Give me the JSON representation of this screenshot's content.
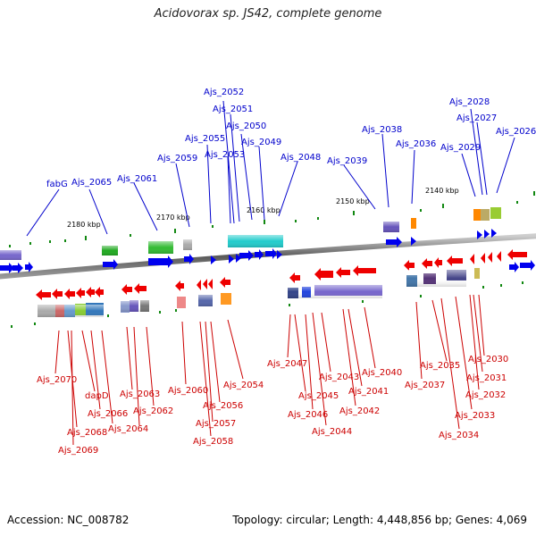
{
  "title": "Acidovorax sp. JS42, complete genome",
  "footer": {
    "accession": "Accession: NC_008782",
    "summary": "Topology: circular; Length: 4,448,856 bp; Genes: 4,069"
  },
  "colors": {
    "forward": "#0000ee",
    "reverse": "#ee0000",
    "backbone": "#888888"
  },
  "ticks": [
    "2180 kbp",
    "2170 kbp",
    "2160 kbp",
    "2150 kbp",
    "2140 kbp"
  ],
  "forward_genes": [
    "fabG",
    "Ajs_2065",
    "Ajs_2061",
    "Ajs_2059",
    "Ajs_2055",
    "Ajs_2053",
    "Ajs_2052",
    "Ajs_2051",
    "Ajs_2050",
    "Ajs_2049",
    "Ajs_2048",
    "Ajs_2039",
    "Ajs_2038",
    "Ajs_2036",
    "Ajs_2029",
    "Ajs_2028",
    "Ajs_2027",
    "Ajs_2026"
  ],
  "reverse_genes": [
    "Ajs_2070",
    "Ajs_2069",
    "Ajs_2068",
    "dapD",
    "Ajs_2066",
    "Ajs_2064",
    "Ajs_2063",
    "Ajs_2062",
    "Ajs_2060",
    "Ajs_2058",
    "Ajs_2057",
    "Ajs_2056",
    "Ajs_2054",
    "Ajs_2047",
    "Ajs_2046",
    "Ajs_2045",
    "Ajs_2044",
    "Ajs_2043",
    "Ajs_2042",
    "Ajs_2041",
    "Ajs_2040",
    "Ajs_2037",
    "Ajs_2035",
    "Ajs_2034",
    "Ajs_2033",
    "Ajs_2032",
    "Ajs_2031",
    "Ajs_2030"
  ]
}
